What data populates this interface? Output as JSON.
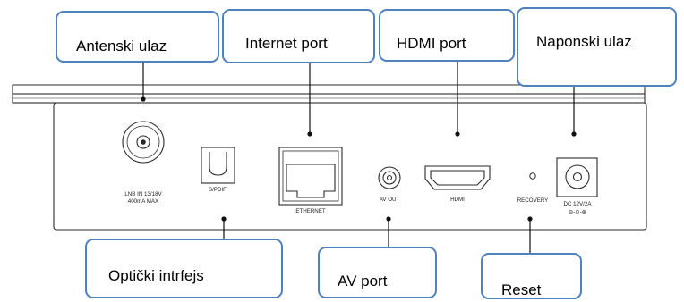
{
  "colors": {
    "callout_border": "#4f81bd",
    "leader_line": "#111111",
    "device_outline": "#2a2a2a"
  },
  "callouts": {
    "antenna_input": "Antenski ulaz",
    "internet_port": "Internet port",
    "hdmi_port": "HDMI port",
    "power_input": "Naponski ulaz",
    "optical_interface": "Optički intrfejs",
    "av_port": "AV port",
    "reset": "Reset"
  },
  "panel_labels": {
    "lnb_line1": "LNB  IN  13/18V",
    "lnb_line2": "400mA  MAX",
    "spdif": "S/PDIF",
    "ethernet": "ETHERNET",
    "av_out": "AV  OUT",
    "hdmi": "HDMI",
    "recovery": "RECOVERY",
    "dc_line1": "DC  12V/2A",
    "dc_line2": "⊖-⊙-⊕"
  }
}
